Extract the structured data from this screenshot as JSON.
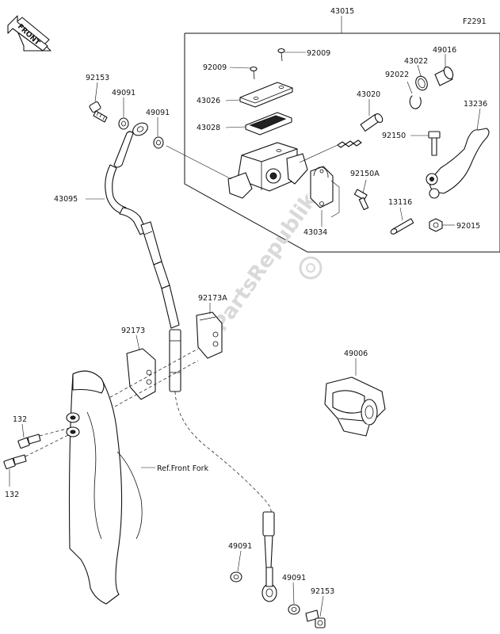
{
  "diagram_code": "F2291",
  "front_label": "FRONT",
  "watermark": "PartsRepublik",
  "reference_note": "Ref.Front Fork",
  "parts": {
    "p43015": "43015",
    "p92009a": "92009",
    "p92009b": "92009",
    "p49016": "49016",
    "p43022": "43022",
    "p92022": "92022",
    "p43026": "43026",
    "p43020": "43020",
    "p13236": "13236",
    "p43028": "43028",
    "p92150": "92150",
    "p92150a": "92150A",
    "p13116": "13116",
    "p43034": "43034",
    "p92015": "92015",
    "p92153a": "92153",
    "p49091a": "49091",
    "p49091b": "49091",
    "p43095": "43095",
    "p92173a": "92173A",
    "p92173": "92173",
    "p49006": "49006",
    "p132a": "132",
    "p132b": "132",
    "p49091c": "49091",
    "p49091d": "49091",
    "p92153b": "92153"
  }
}
